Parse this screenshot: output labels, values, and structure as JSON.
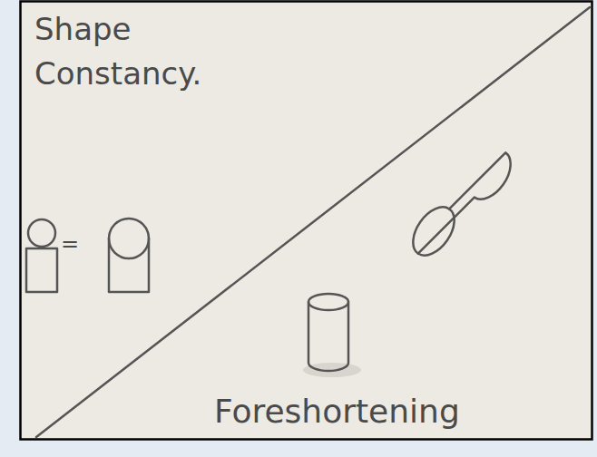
{
  "diagram": {
    "labels": [
      "Shape Constancy.",
      "=",
      "Foreshortening"
    ]
  }
}
